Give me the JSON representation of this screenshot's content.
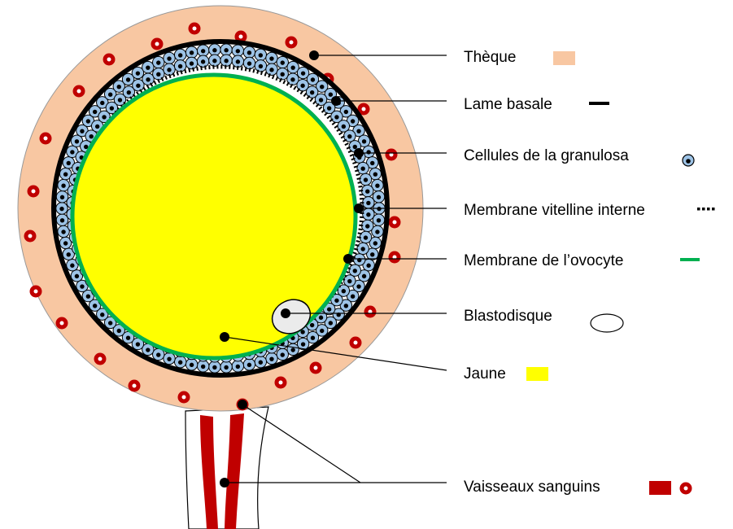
{
  "labels": {
    "theque": "Thèque",
    "lame_basale": "Lame basale",
    "granulosa": "Cellules de la granulosa",
    "vitelline": "Membrane vitelline interne",
    "ovocyte": "Membrane de l’ovocyte",
    "blastodisque": "Blastodisque",
    "jaune": "Jaune",
    "vaisseaux": "Vaisseaux sanguins"
  },
  "colors": {
    "theque": "#F8C7A2",
    "lame_basale": "#000000",
    "granulosa_cell": "#9DC3E6",
    "vitelline": "#000000",
    "ovocyte_membrane": "#00B050",
    "blastodisque": "#EBEBEB",
    "jaune": "#FFFF00",
    "vaisseaux": "#C00000"
  }
}
